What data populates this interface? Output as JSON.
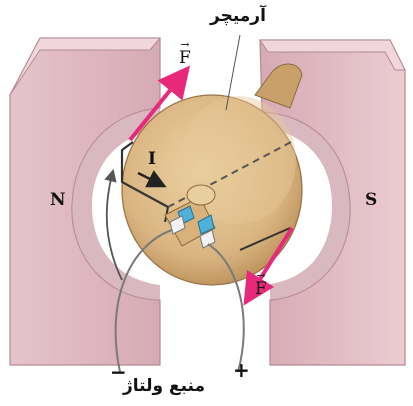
{
  "labels": {
    "armature": "آرمیچر",
    "voltage_source": "منبع ولتاژ",
    "north_pole": "N",
    "south_pole": "S",
    "current": "I",
    "force_top": "F",
    "force_bottom": "F",
    "vector_arrow": "→",
    "minus": "−",
    "plus": "+"
  },
  "colors": {
    "magnet_fill": "#e9c8cf",
    "magnet_shade": "#caa0aa",
    "magnet_edge": "#b38a93",
    "armature_fill": "#d9b480",
    "armature_shade": "#b88c55",
    "force_arrow": "#e8297a",
    "wire": "#7a7a7a",
    "coil": "#333333"
  }
}
